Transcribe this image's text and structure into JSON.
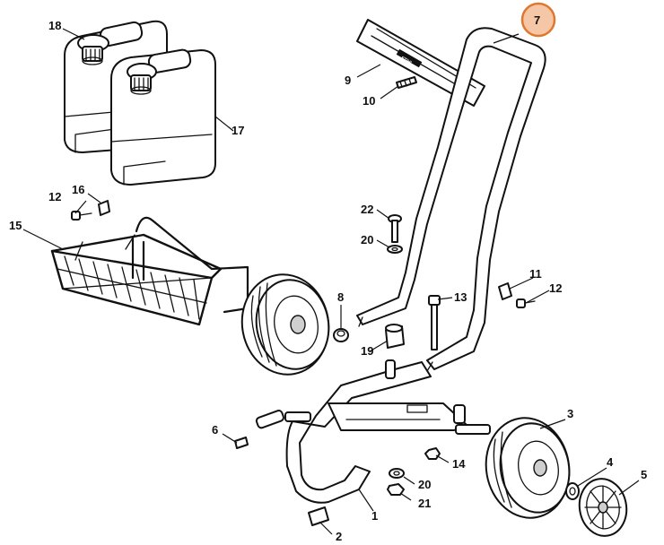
{
  "brand_mark": "STIHL",
  "highlight": {
    "part": "7",
    "fill": "#F6C7A6",
    "stroke": "#E0772E"
  },
  "callouts": {
    "c1": "1",
    "c2": "2",
    "c3": "3",
    "c4": "4",
    "c5": "5",
    "c6": "6",
    "c7": "7",
    "c8": "8",
    "c9": "9",
    "c10": "10",
    "c11": "11",
    "c12a": "12",
    "c12b": "12",
    "c13": "13",
    "c14": "14",
    "c15": "15",
    "c16": "16",
    "c17": "17",
    "c18": "18",
    "c19": "19",
    "c20a": "20",
    "c20b": "20",
    "c21": "21",
    "c22": "22"
  }
}
